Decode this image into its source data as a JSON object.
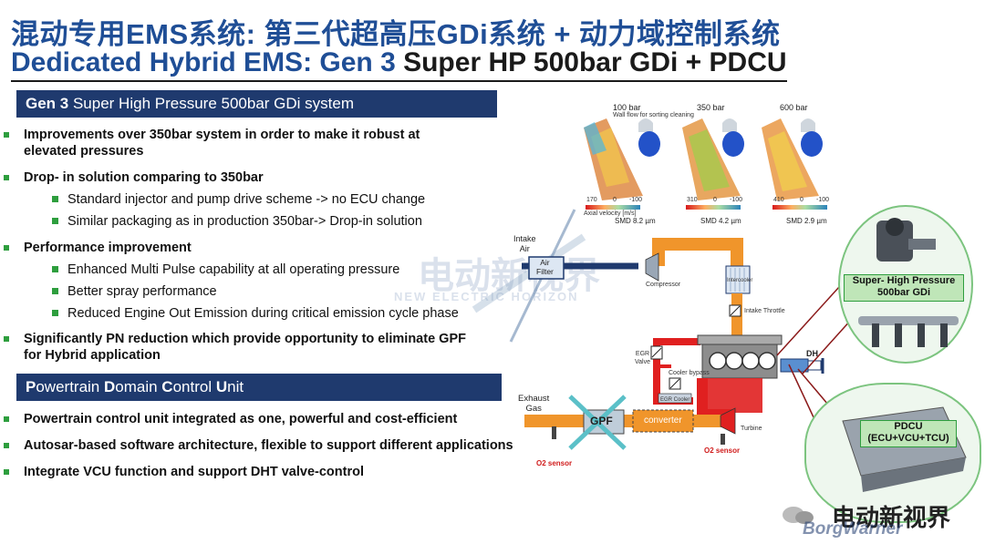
{
  "title": {
    "cn": "混动专用EMS系统: 第三代超高压GDi系统 + 动力域控制系统",
    "en_part1": "Dedicated Hybrid EMS: Gen 3",
    "en_part2": " Super HP 500bar GDi + PDCU"
  },
  "section1": {
    "header_bold": "Gen 3",
    "header_rest": " Super High Pressure 500bar GDi system",
    "items": [
      {
        "text": "Improvements over 350bar system in order to make it robust at elevated pressures"
      },
      {
        "text": "Drop- in solution comparing to 350bar",
        "sub": [
          "Standard injector and pump drive scheme -> no ECU change",
          "Similar packaging as in production 350bar-> Drop-in solution"
        ]
      },
      {
        "text": "Performance improvement",
        "sub": [
          "Enhanced Multi Pulse capability at all operating pressure",
          "Better spray performance",
          "Reduced Engine Out Emission during critical emission cycle phase"
        ]
      },
      {
        "text": "Significantly PN reduction which provide opportunity to eliminate GPF for Hybrid application"
      }
    ]
  },
  "section2": {
    "header": {
      "p1": "P",
      "p2": "owertrain ",
      "d1": "D",
      "d2": "omain ",
      "c1": "C",
      "c2": "ontrol ",
      "u1": "U",
      "u2": "nit"
    },
    "items": [
      "Powertrain control unit integrated as one, powerful and cost-efficient",
      "Autosar-based software architecture, flexible to support different applications",
      "Integrate VCU function and support DHT valve-control"
    ]
  },
  "spray": {
    "labels": [
      "100 bar",
      "350 bar",
      "600 bar"
    ],
    "subtitle": "Wall flow for sorting cleaning",
    "smd": [
      "SMD 8.2 µm",
      "SMD 4.2 µm",
      "SMD 2.9 µm"
    ],
    "scale_ticks": [
      [
        "170",
        "0",
        "-100"
      ],
      [
        "310",
        "0",
        "-100"
      ],
      [
        "410",
        "0",
        "-100"
      ]
    ],
    "axis_note": "Axial velocity [m/s]"
  },
  "diagram": {
    "intake_air": "Intake\nAir",
    "air_filter": "Air\nFilter",
    "compressor": "Compressor",
    "intercooler": "Intercooler",
    "intake_throttle": "Intake Throttle",
    "egr_valve": "EGR\nValve",
    "cooler_bypass": "Cooler bypass",
    "egr_cooler": "EGR Cooler",
    "dh": "DH",
    "exhaust_gas": "Exhaust\nGas",
    "gpf": "GPF",
    "converter": "converter",
    "turbine": "Turbine",
    "o2_sensor_1": "O2 sensor",
    "o2_sensor_2": "O2 sensor"
  },
  "callouts": {
    "gdi": "Super- High Pressure\n500bar GDi",
    "pdcu": "PDCU\n(ECU+VCU+TCU)"
  },
  "watermark": {
    "cn": "电动新视界",
    "en": "NEW ELECTRIC HORIZON",
    "footer_cn": "电动新视界",
    "brand": "BorgWarner"
  },
  "colors": {
    "title_blue": "#1f4e96",
    "header_navy": "#1f3a6e",
    "bullet_green": "#2e9e3e",
    "intake_orange": "#f0952b",
    "egr_red": "#e02020",
    "callout_green": "#bfe6b8"
  }
}
